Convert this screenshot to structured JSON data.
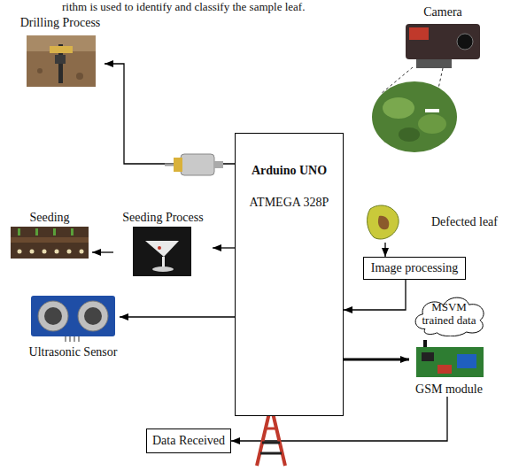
{
  "diagram": {
    "nodes": [
      {
        "text": [
          "Drilling Process"
        ]
      },
      {
        "text": [
          "Camera"
        ]
      },
      {
        "text": [
          "Arduino UNO",
          "ATMEGA 328P"
        ]
      },
      {
        "text": [
          "Defected leaf"
        ]
      },
      {
        "text": [
          "Seeding"
        ]
      },
      {
        "text": [
          "Seeding Process"
        ]
      },
      {
        "text": [
          "Image processing"
        ]
      },
      {
        "text": [
          "Ultrasonic Sensor"
        ]
      },
      {
        "text": [
          "MSVM trained data"
        ]
      },
      {
        "text": [
          "GSM module"
        ]
      },
      {
        "text": [
          "Data Received"
        ]
      }
    ],
    "edges": [
      {
        "from": 2,
        "to": 0,
        "arrow": "to"
      },
      {
        "from": 3,
        "to": 6,
        "arrow": "to"
      },
      {
        "from": 2,
        "to": 5,
        "arrow": "to"
      },
      {
        "from": 5,
        "to": 4,
        "arrow": "to"
      },
      {
        "from": 2,
        "to": 7,
        "arrow": "to"
      },
      {
        "from": 6,
        "to": 2,
        "arrow": "to"
      },
      {
        "from": 2,
        "to": 9,
        "arrow": "to"
      },
      {
        "from": 9,
        "to": 10,
        "arrow": "to"
      }
    ],
    "labels": [
      "rithm is used to identify and classify the sample leaf."
    ]
  }
}
